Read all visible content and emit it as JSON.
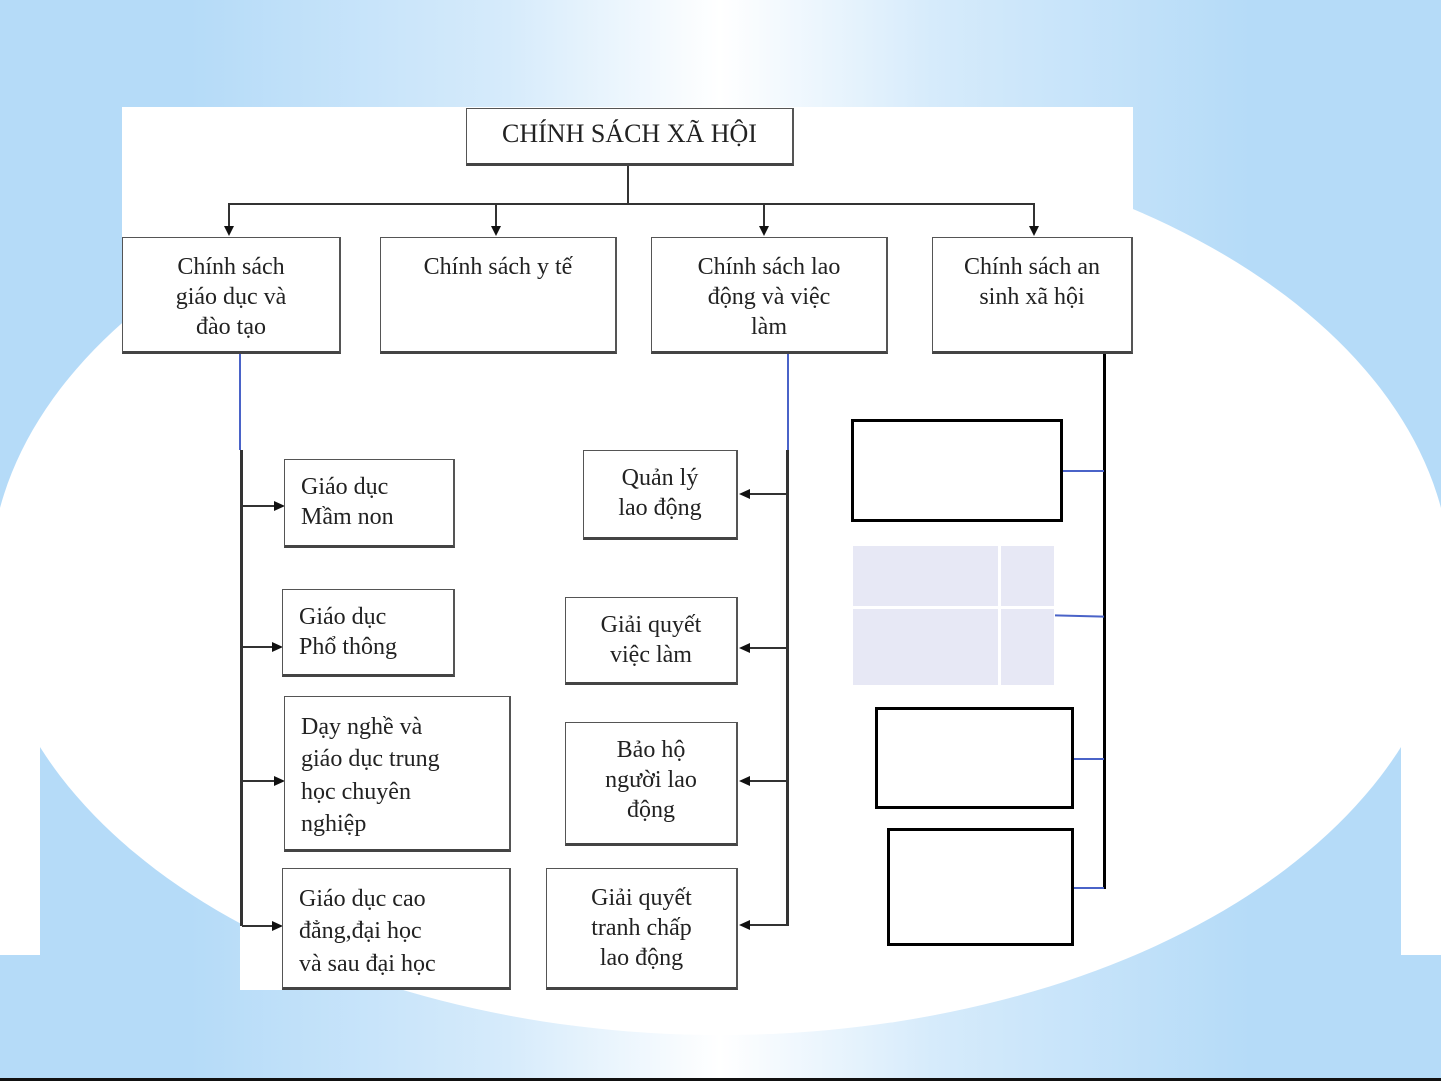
{
  "diagram": {
    "root": {
      "label": "CHÍNH SÁCH XÃ HỘI"
    },
    "categories": [
      {
        "label": "Chính sách\ngiáo dục và\nđào tạo"
      },
      {
        "label": "Chính sách y tế"
      },
      {
        "label": "Chính sách lao\nđộng và việc\nlàm"
      },
      {
        "label": "Chính sách an\nsinh xã hội"
      }
    ],
    "education_items": [
      {
        "label": "Giáo dục\nMầm non"
      },
      {
        "label": "Giáo dục\nPhổ thông"
      },
      {
        "label": "Dạy nghề và\ngiáo   dục  trung\nhọc chuyên\nnghiệp"
      },
      {
        "label": "Giáo dục cao\nđẳng,đại học\nvà sau đại học"
      }
    ],
    "labor_items": [
      {
        "label": "Quản lý\nlao động"
      },
      {
        "label": "Giải quyết\nviệc làm"
      },
      {
        "label": "Bảo hộ\nngười lao\nđộng"
      },
      {
        "label": "Giải quyết\ntranh chấp\nlao động"
      }
    ],
    "social_security_items": [
      {
        "label": ""
      },
      {
        "label": ""
      },
      {
        "label": ""
      },
      {
        "label": ""
      }
    ]
  },
  "colors": {
    "background": "#b5dbf8",
    "connector_blue": "#4a63c8",
    "table_cell": "#e7e8f5"
  }
}
